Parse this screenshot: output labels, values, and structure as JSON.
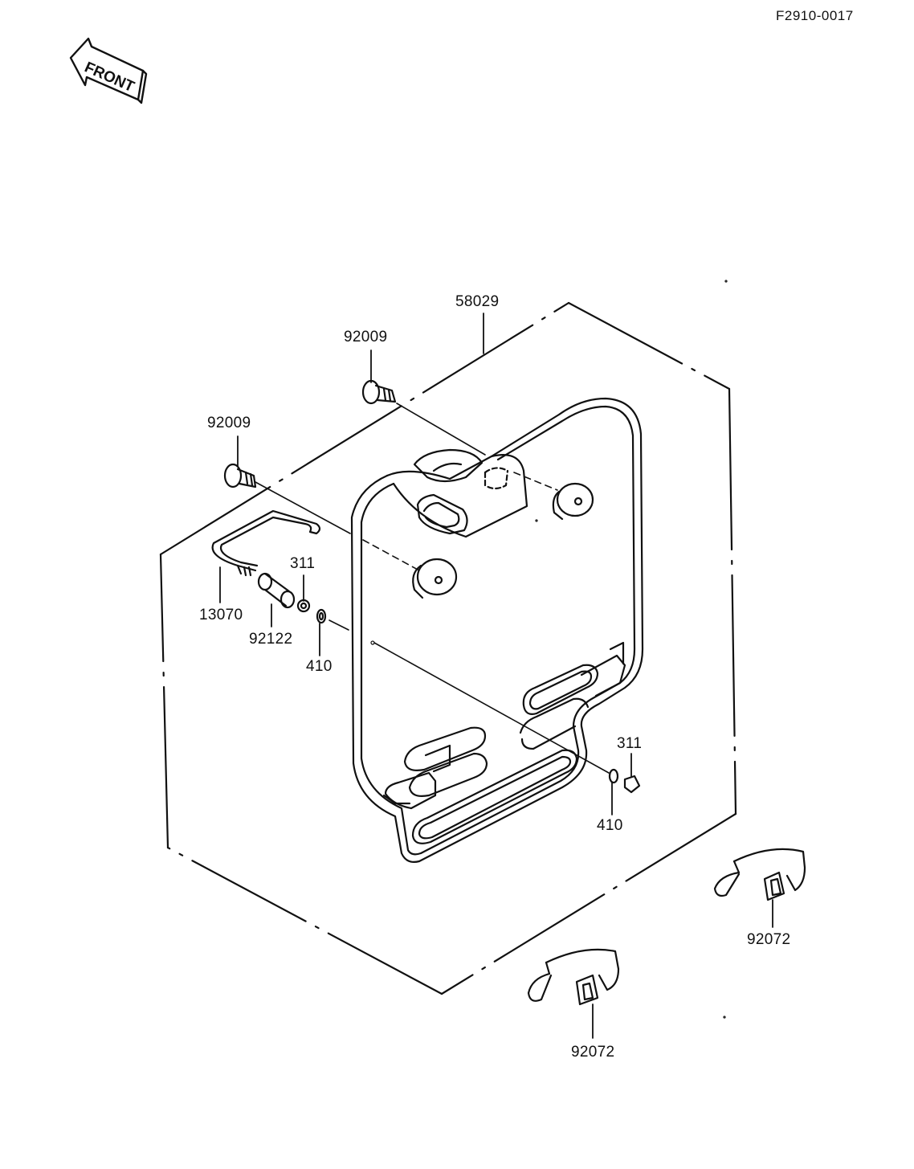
{
  "document_code": "F2910-0017",
  "front_arrow_label": "FRONT",
  "callouts": [
    {
      "id": "58029",
      "label": "58029"
    },
    {
      "id": "92009-top",
      "label": "92009"
    },
    {
      "id": "92009-left",
      "label": "92009"
    },
    {
      "id": "311-left",
      "label": "311"
    },
    {
      "id": "13070",
      "label": "13070"
    },
    {
      "id": "92122",
      "label": "92122"
    },
    {
      "id": "410-left",
      "label": "410"
    },
    {
      "id": "311-right",
      "label": "311"
    },
    {
      "id": "410-right",
      "label": "410"
    },
    {
      "id": "92072-right",
      "label": "92072"
    },
    {
      "id": "92072-bottom",
      "label": "92072"
    }
  ],
  "colors": {
    "ink": "#111111",
    "paper": "#ffffff"
  }
}
